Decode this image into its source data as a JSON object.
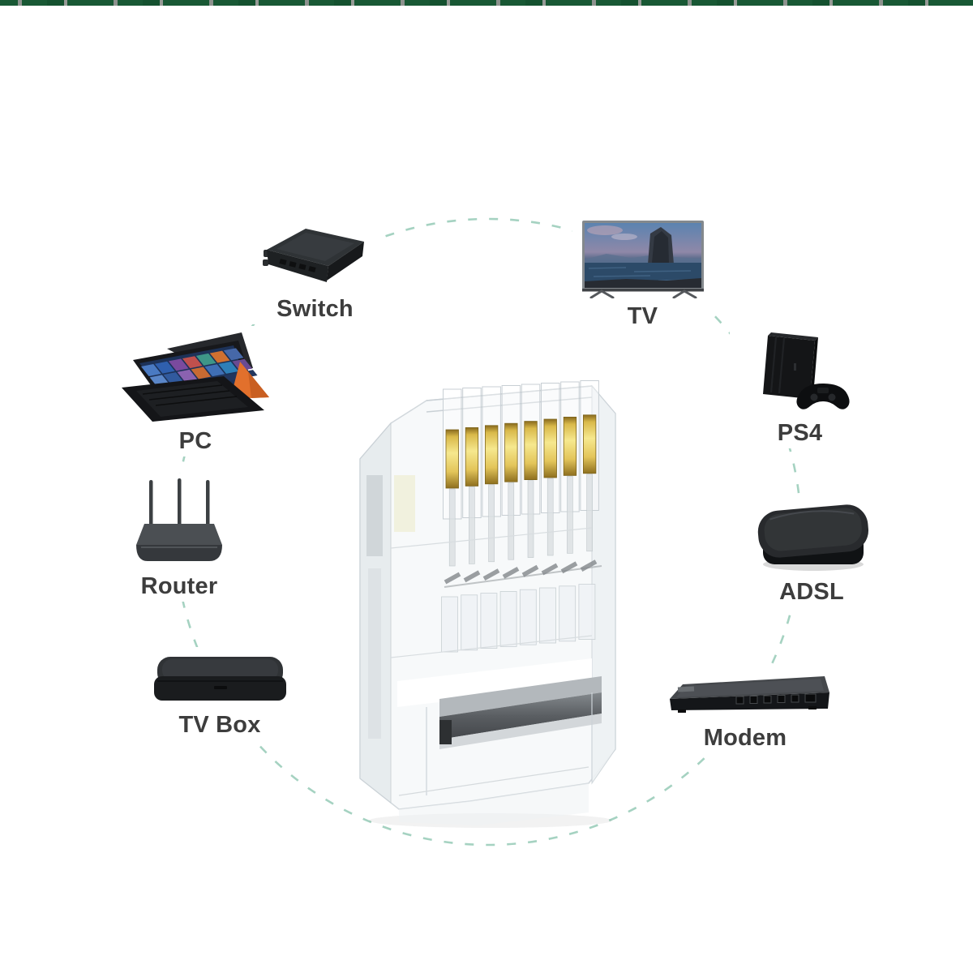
{
  "banner": {
    "green": "#185834",
    "gray": "#8d928e"
  },
  "diagram": {
    "circle": {
      "stroke_color": "#8fc7b2",
      "style": "dashed"
    },
    "center_connector": {
      "name": "RJ45 crystal connector",
      "pin_count": 8,
      "pin_color": "#f0dc78"
    },
    "label_color": "#3d3d3d",
    "devices": [
      {
        "id": "switch",
        "label": "Switch",
        "icon": "switch-icon"
      },
      {
        "id": "tv",
        "label": "TV",
        "icon": "tv-icon"
      },
      {
        "id": "pc",
        "label": "PC",
        "icon": "pc-icon"
      },
      {
        "id": "ps4",
        "label": "PS4",
        "icon": "ps4-icon"
      },
      {
        "id": "router",
        "label": "Router",
        "icon": "router-icon"
      },
      {
        "id": "adsl",
        "label": "ADSL",
        "icon": "adsl-icon"
      },
      {
        "id": "tvbox",
        "label": "TV Box",
        "icon": "tvbox-icon"
      },
      {
        "id": "modem",
        "label": "Modem",
        "icon": "modem-icon"
      }
    ]
  }
}
